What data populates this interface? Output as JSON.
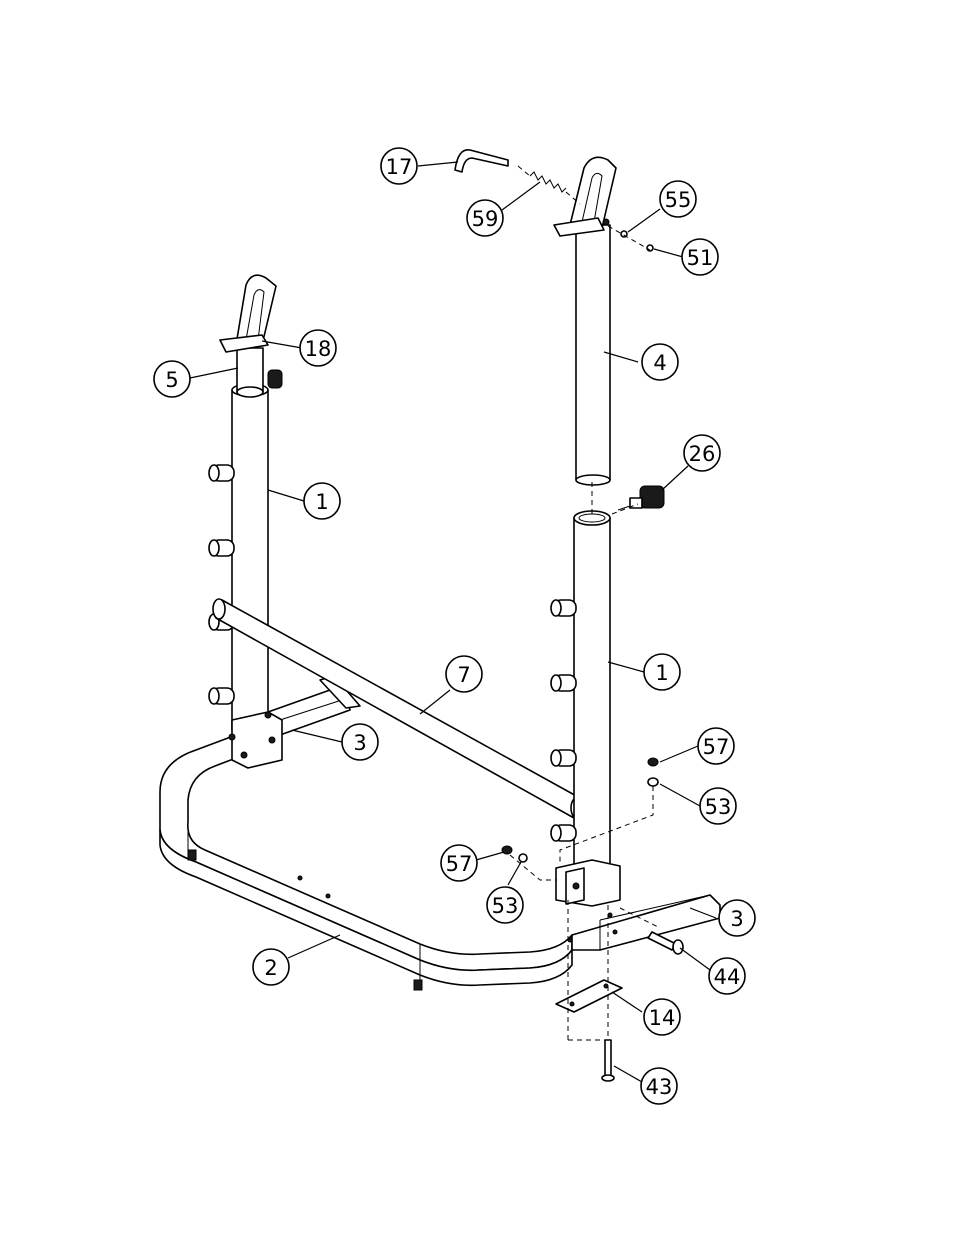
{
  "callouts": [
    {
      "id": "17",
      "label": "17"
    },
    {
      "id": "59",
      "label": "59"
    },
    {
      "id": "55",
      "label": "55"
    },
    {
      "id": "51",
      "label": "51"
    },
    {
      "id": "18",
      "label": "18"
    },
    {
      "id": "5",
      "label": "5"
    },
    {
      "id": "4",
      "label": "4"
    },
    {
      "id": "26",
      "label": "26"
    },
    {
      "id": "1a",
      "label": "1"
    },
    {
      "id": "1b",
      "label": "1"
    },
    {
      "id": "7",
      "label": "7"
    },
    {
      "id": "3a",
      "label": "3"
    },
    {
      "id": "57a",
      "label": "57"
    },
    {
      "id": "53a",
      "label": "53"
    },
    {
      "id": "57b",
      "label": "57"
    },
    {
      "id": "53b",
      "label": "53"
    },
    {
      "id": "3b",
      "label": "3"
    },
    {
      "id": "44",
      "label": "44"
    },
    {
      "id": "2",
      "label": "2"
    },
    {
      "id": "14",
      "label": "14"
    },
    {
      "id": "43",
      "label": "43"
    }
  ]
}
